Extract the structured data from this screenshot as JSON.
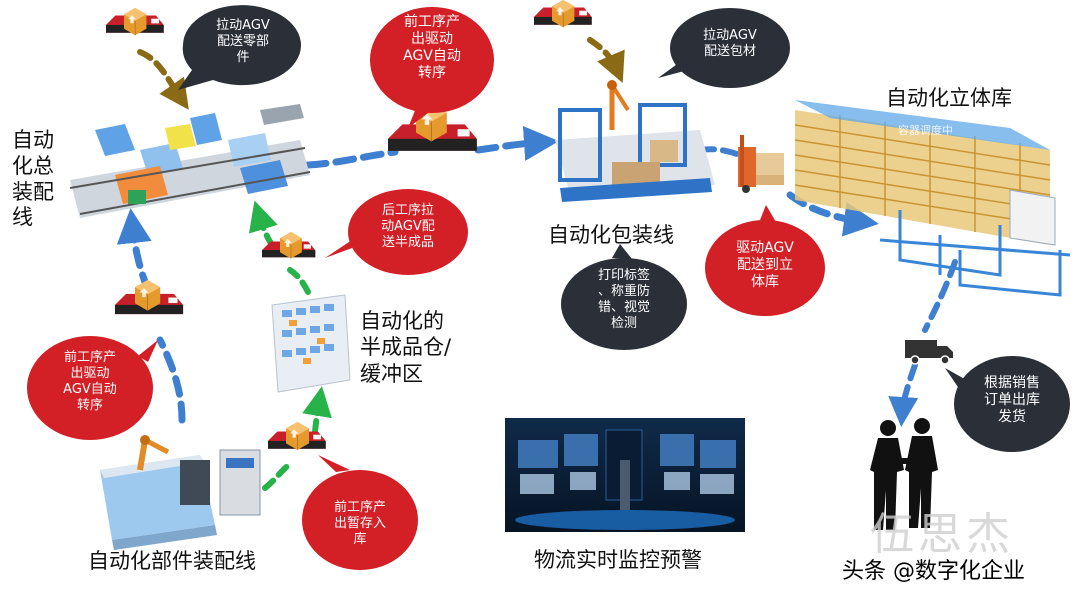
{
  "colors": {
    "flow_blue": "#3f7fd0",
    "flow_green": "#27b24a",
    "flow_olive": "#8a6a14",
    "bubble_red": "#d31f26",
    "bubble_dark": "#2a2f38",
    "agv_red": "#c8202a",
    "agv_dark": "#222222",
    "box_orange": "#f0a63a"
  },
  "icons": [
    "agv-icon",
    "parcel-box-icon",
    "truck-icon",
    "robot-arm-icon",
    "forklift-icon",
    "handshake-people-icon"
  ],
  "labels": {
    "final_assembly": "自动\n化总\n装配\n线",
    "packaging_line": "自动化包装线",
    "stereo_warehouse": "自动化立体库",
    "semi_finished_warehouse": "自动化的\n半成品仓/\n缓冲区",
    "component_assembly": "自动化部件装配线",
    "monitoring": "物流实时监控预警"
  },
  "bubbles": {
    "agv_pull_parts": "拉动AGV\n配送零部\n件",
    "prev_drive_top": "前工序产\n出驱动\nAGV自动\n转序",
    "agv_pull_pack": "拉动AGV\n配送包材",
    "post_pull_semi": "后工序拉\n动AGV配\n送半成品",
    "print_label": "打印标签\n、称重防\n错、视觉\n检测",
    "drive_to_warehouse": "驱动AGV\n配送到立\n体库",
    "ship_by_order": "根据销售\n订单出库\n发货",
    "prev_drive_left": "前工序产\n出驱动\nAGV自动\n转序",
    "temp_store": "前工序产\n出暂存入\n库"
  },
  "warehouse_overlay": "容器调度中",
  "watermark": {
    "ghost_text": "伍思杰",
    "caption": "头条 @数字化企业"
  }
}
